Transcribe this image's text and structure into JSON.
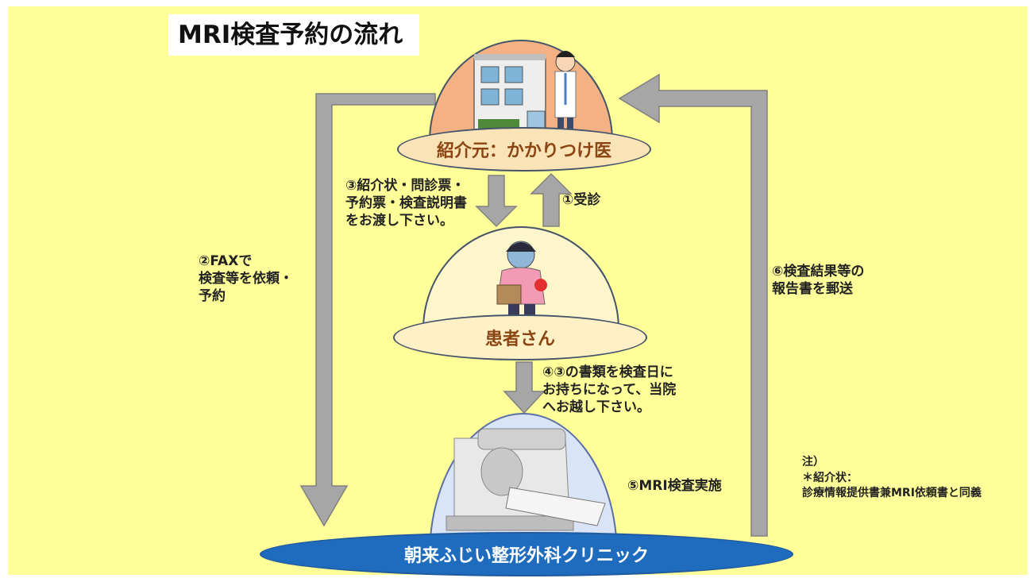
{
  "title": "MRI検査予約の流れ",
  "nodes": {
    "referrer": "紹介元：かかりつけ医",
    "patient": "患者さん",
    "hospital": "朝来ふじい整形外科クリニック"
  },
  "steps": {
    "step1": "①受診",
    "step2": "②FAXで\n検査等を依頼・\n予約",
    "step3": "③紹介状・問診票・\n予約票・検査説明書\nをお渡し下さい。",
    "step4": "④③の書類を検査日に\nお持ちになって、当院\nへお越し下さい。",
    "step5": "⑤MRI検査実施",
    "step6": "⑥検査結果等の\n報告書を郵送"
  },
  "note": "注）\n＊紹介状：\n診療情報提供書兼MRI依頼書と同義",
  "colors": {
    "background": "#ffff99",
    "arrow": "#a6a6a6",
    "clinic_dome": "#f4b183",
    "hospital_pill": "#1f6cbf"
  }
}
